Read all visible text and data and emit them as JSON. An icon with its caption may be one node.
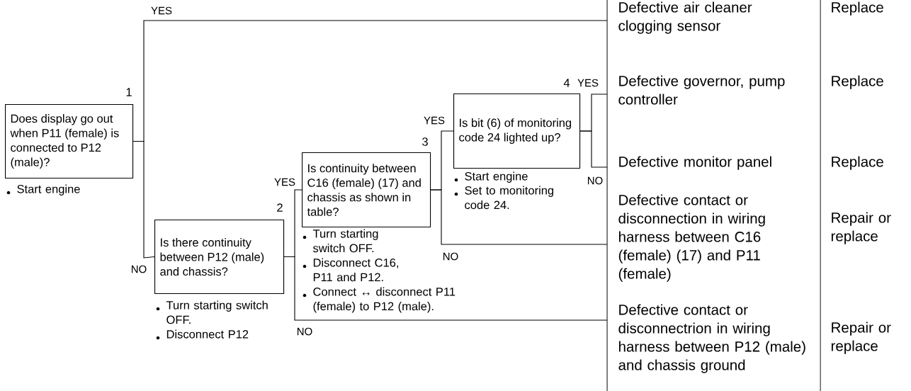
{
  "diagram": {
    "nodes": [
      {
        "text": [
          "Does display go out when P11 (female) is connected to P12 (male)?"
        ],
        "beside": [
          "1",
          "Start engine"
        ]
      },
      {
        "text": [
          "Is there continuity between P12 (male) and chassis?"
        ],
        "beside": [
          "2",
          "Turn starting switch OFF.",
          "Disconnect P12"
        ]
      },
      {
        "text": [
          "Is continuity between C16 (female) (17) and chassis as shown in table?"
        ],
        "beside": [
          "3",
          "Turn starting switch OFF.",
          "Disconnect C16, P11 and P12.",
          "Connect ↔ disconnect P11 (female) to P12 (male)."
        ]
      },
      {
        "text": [
          "Is bit (6) of monitoring code 24 lighted up?"
        ],
        "beside": [
          "4",
          "Start engine",
          "Set to monitoring code 24."
        ]
      },
      {
        "text": [
          "Defective air cleaner clogging sensor"
        ]
      },
      {
        "text": [
          "Defective governor, pump controller"
        ]
      },
      {
        "text": [
          "Defective monitor panel"
        ]
      },
      {
        "text": [
          "Defective contact or disconnection in wiring harness between C16 (female) (17) and P11 (female)"
        ]
      },
      {
        "text": [
          "Defective contact or disconnectrion in wiring harness between P12 (male) and chassis ground"
        ]
      }
    ],
    "edges": [
      {
        "from": 0,
        "to": 4,
        "arrow": "none",
        "label": "YES"
      },
      {
        "from": 0,
        "to": 1,
        "arrow": "none",
        "label": "NO"
      },
      {
        "from": 1,
        "to": 2,
        "arrow": "none",
        "label": "YES"
      },
      {
        "from": 1,
        "to": 8,
        "arrow": "none",
        "label": "NO"
      },
      {
        "from": 2,
        "to": 3,
        "arrow": "none",
        "label": "YES"
      },
      {
        "from": 2,
        "to": 7,
        "arrow": "none",
        "label": "NO"
      },
      {
        "from": 3,
        "to": 5,
        "arrow": "none",
        "label": "YES"
      },
      {
        "from": 3,
        "to": 6,
        "arrow": "none",
        "label": "NO"
      }
    ],
    "labels": [
      "Replace",
      "Replace",
      "Replace",
      "Repair or replace",
      "Repair or replace"
    ]
  }
}
